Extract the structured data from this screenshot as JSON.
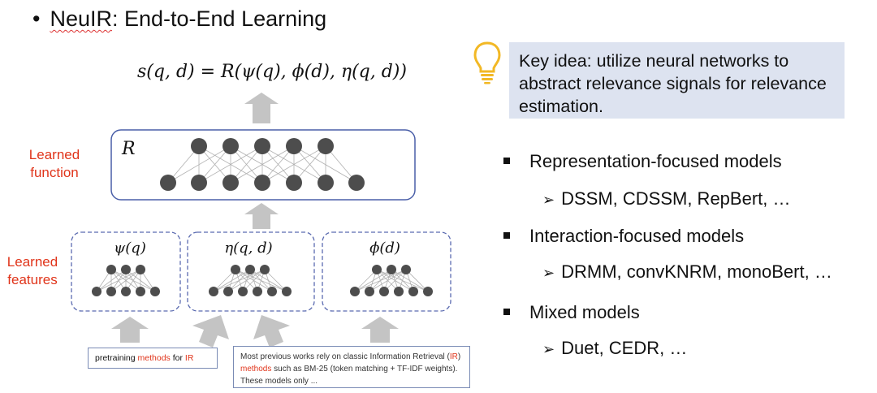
{
  "slide": {
    "bullet": "•",
    "title_prefix": "NeuIR",
    "title_rest": ": End-to-End Learning",
    "formula": "s(q, d) = R(ψ(q), ϕ(d), η(q, d))",
    "learned_function_label_1": "Learned",
    "learned_function_label_2": "function",
    "learned_features_label_1": "Learned",
    "learned_features_label_2": "features",
    "r_label": "R",
    "feature_labels": [
      "ψ(q)",
      "η(q, d)",
      "ϕ(d)"
    ],
    "key_idea": "Key idea: utilize neural networks to abstract relevance signals for relevance estimation.",
    "list": [
      {
        "label": "Representation-focused models",
        "sub": "DSSM, CDSSM, RepBert, …"
      },
      {
        "label": "Interaction-focused models",
        "sub": "DRMM, convKNRM, monoBert, …"
      },
      {
        "label": "Mixed models",
        "sub": "Duet, CEDR, …"
      }
    ],
    "note1": {
      "a": "pretraining ",
      "b": "methods",
      "c": " for ",
      "d": "IR"
    },
    "note2": {
      "a": "Most previous works rely on classic Information Retrieval (",
      "b": "IR",
      "c": ") ",
      "d": "methods",
      "e": " such as BM-25 (token matching + TF-IDF weights). These models only ..."
    }
  },
  "colors": {
    "accent_red": "#e0341a",
    "box_border": "#4a5fa8",
    "dash_border": "#5a6ab0",
    "node": "#4d4d4d",
    "arrow": "#c4c4c4",
    "key_bg": "#dde3f0"
  }
}
